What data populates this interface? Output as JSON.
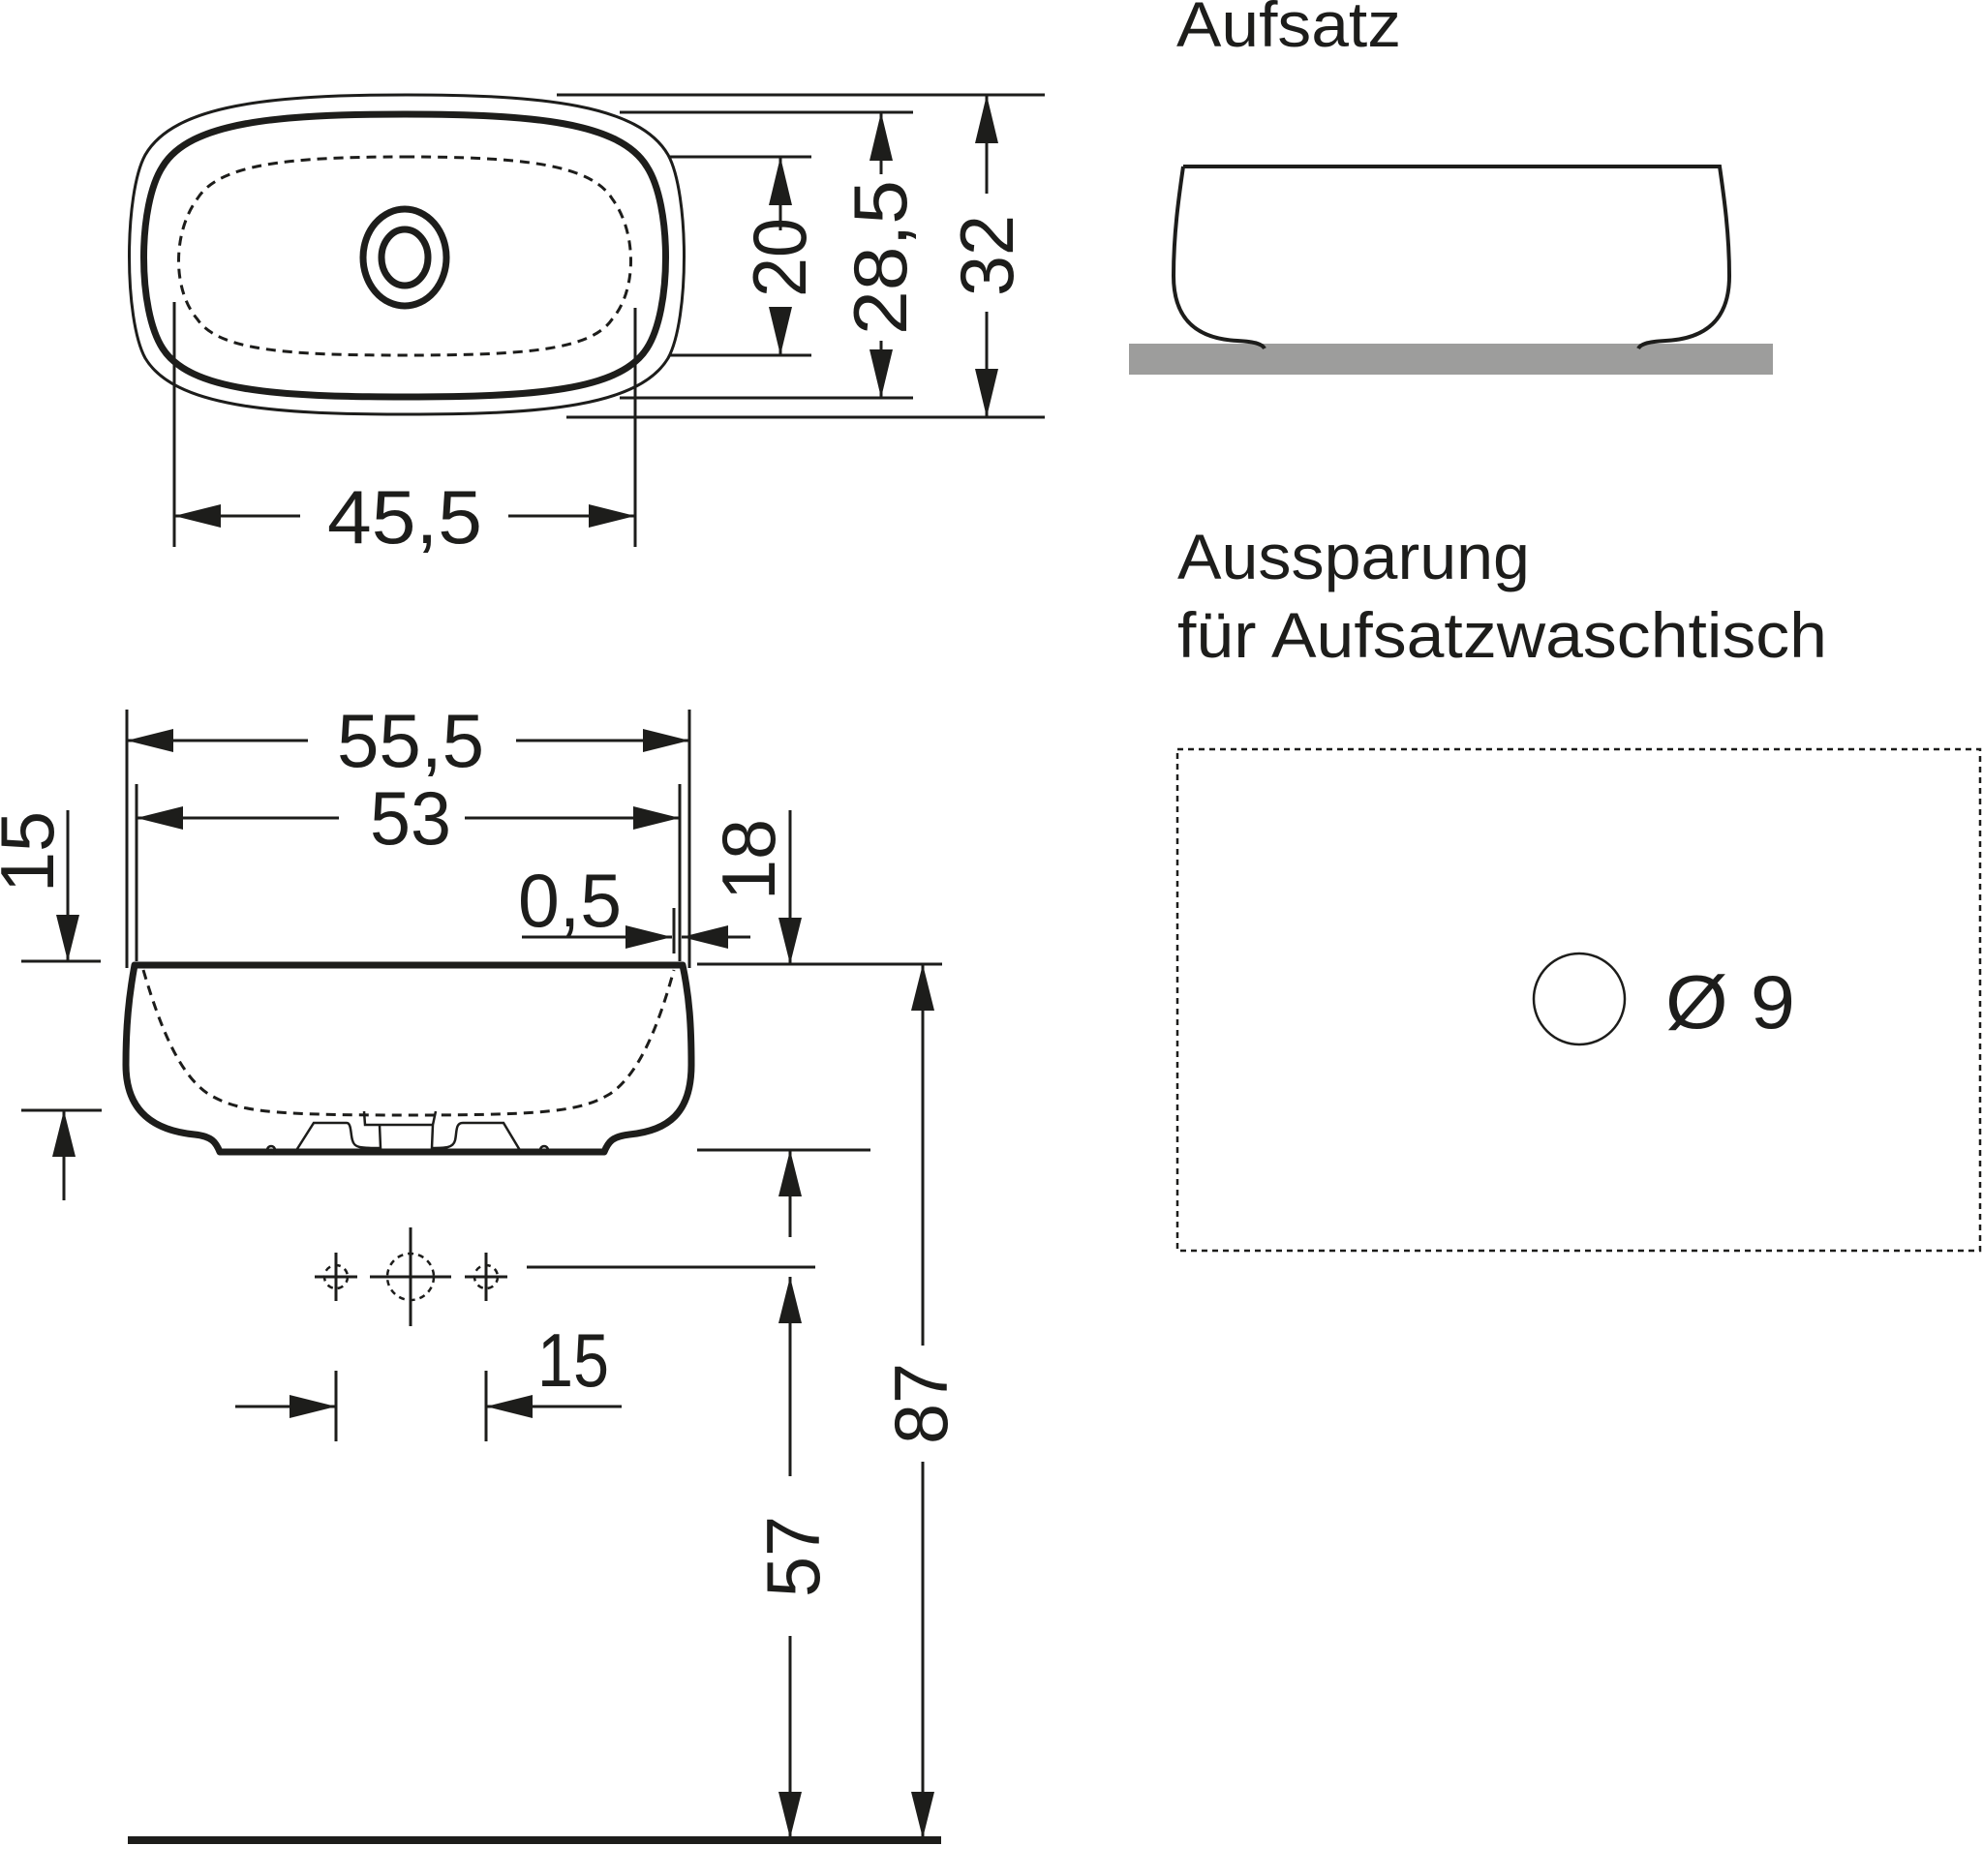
{
  "colors": {
    "line": "#1d1d1b",
    "countertop": "#9d9d9c",
    "background": "#ffffff"
  },
  "top_view": {
    "dims": {
      "width_inner": "45,5",
      "depth_basin": "20",
      "depth_rim": "28,5",
      "depth_total": "32"
    }
  },
  "front_view": {
    "dims": {
      "width_total": "55,5",
      "width_rim": "53",
      "rim_overhang": "0,5",
      "overflow_height": "15",
      "height_bowl": "18",
      "tap_spacing": "15",
      "tap_height": "57",
      "rim_height": "87"
    }
  },
  "aufsatz": {
    "title": "Aufsatz"
  },
  "aussparung": {
    "title_line1": "Aussparung",
    "title_line2": "für Aufsatzwaschtisch",
    "hole_label": "Ø 9"
  }
}
